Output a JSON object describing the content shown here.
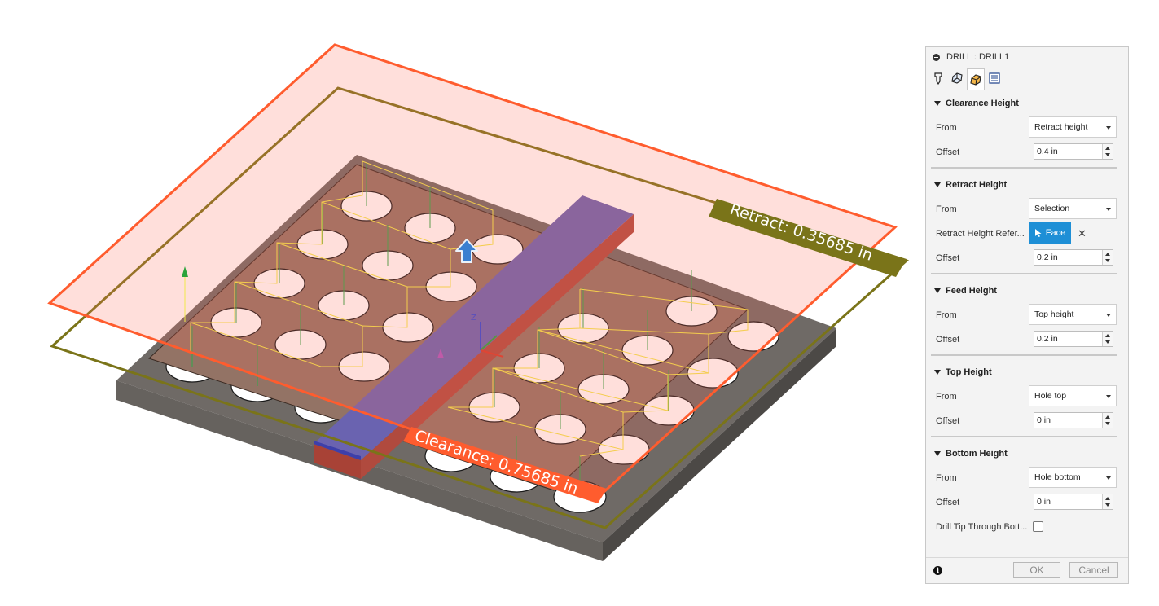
{
  "viewport": {
    "retract_label": "Retract: 0.35685 in",
    "clearance_label": "Clearance: 0.75685 in",
    "axis_z_label": "Z"
  },
  "panel": {
    "title": "DRILL : DRILL1",
    "tabs": [
      {
        "name": "tool",
        "icon": "drill-tool-icon"
      },
      {
        "name": "geometry",
        "icon": "geometry-box-icon"
      },
      {
        "name": "heights",
        "icon": "heights-box-icon",
        "active": true
      },
      {
        "name": "cycle",
        "icon": "cycle-list-icon"
      }
    ],
    "clearance": {
      "heading": "Clearance Height",
      "from_label": "From",
      "from_value": "Retract height",
      "offset_label": "Offset",
      "offset_value": "0.4 in"
    },
    "retract": {
      "heading": "Retract Height",
      "from_label": "From",
      "from_value": "Selection",
      "reference_label": "Retract Height Refer...",
      "reference_button": "Face",
      "offset_label": "Offset",
      "offset_value": "0.2 in"
    },
    "feed": {
      "heading": "Feed Height",
      "from_label": "From",
      "from_value": "Top height",
      "offset_label": "Offset",
      "offset_value": "0.2 in"
    },
    "top": {
      "heading": "Top Height",
      "from_label": "From",
      "from_value": "Hole top",
      "offset_label": "Offset",
      "offset_value": "0 in"
    },
    "bottom": {
      "heading": "Bottom Height",
      "from_label": "From",
      "from_value": "Hole bottom",
      "offset_label": "Offset",
      "offset_value": "0 in",
      "drill_tip_label": "Drill Tip Through Bott...",
      "drill_tip_checked": false
    },
    "footer": {
      "ok": "OK",
      "cancel": "Cancel"
    }
  },
  "colors": {
    "clearance_plane": "#ff5c2e",
    "retract_plane": "#7a7419",
    "face_button": "#1e8fd6",
    "stock_top": "#937365",
    "bar_top": "#6a63b0",
    "bar_side": "#b04a3e"
  }
}
